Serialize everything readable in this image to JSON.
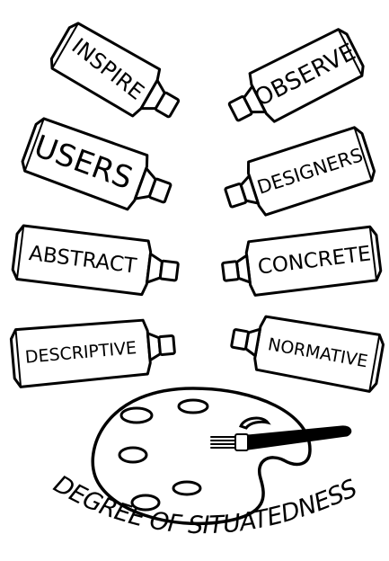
{
  "tubes_left": [
    {
      "label": "INSPIRE"
    },
    {
      "label": "USERS"
    },
    {
      "label": "ABSTRACT"
    },
    {
      "label": "DESCRIPTIVE"
    }
  ],
  "tubes_right": [
    {
      "label": "OBSERVE"
    },
    {
      "label": "DESIGNERS"
    },
    {
      "label": "CONCRETE"
    },
    {
      "label": "NORMATIVE"
    }
  ],
  "palette": {
    "caption": "DEGREE OF SITUATEDNESS"
  }
}
